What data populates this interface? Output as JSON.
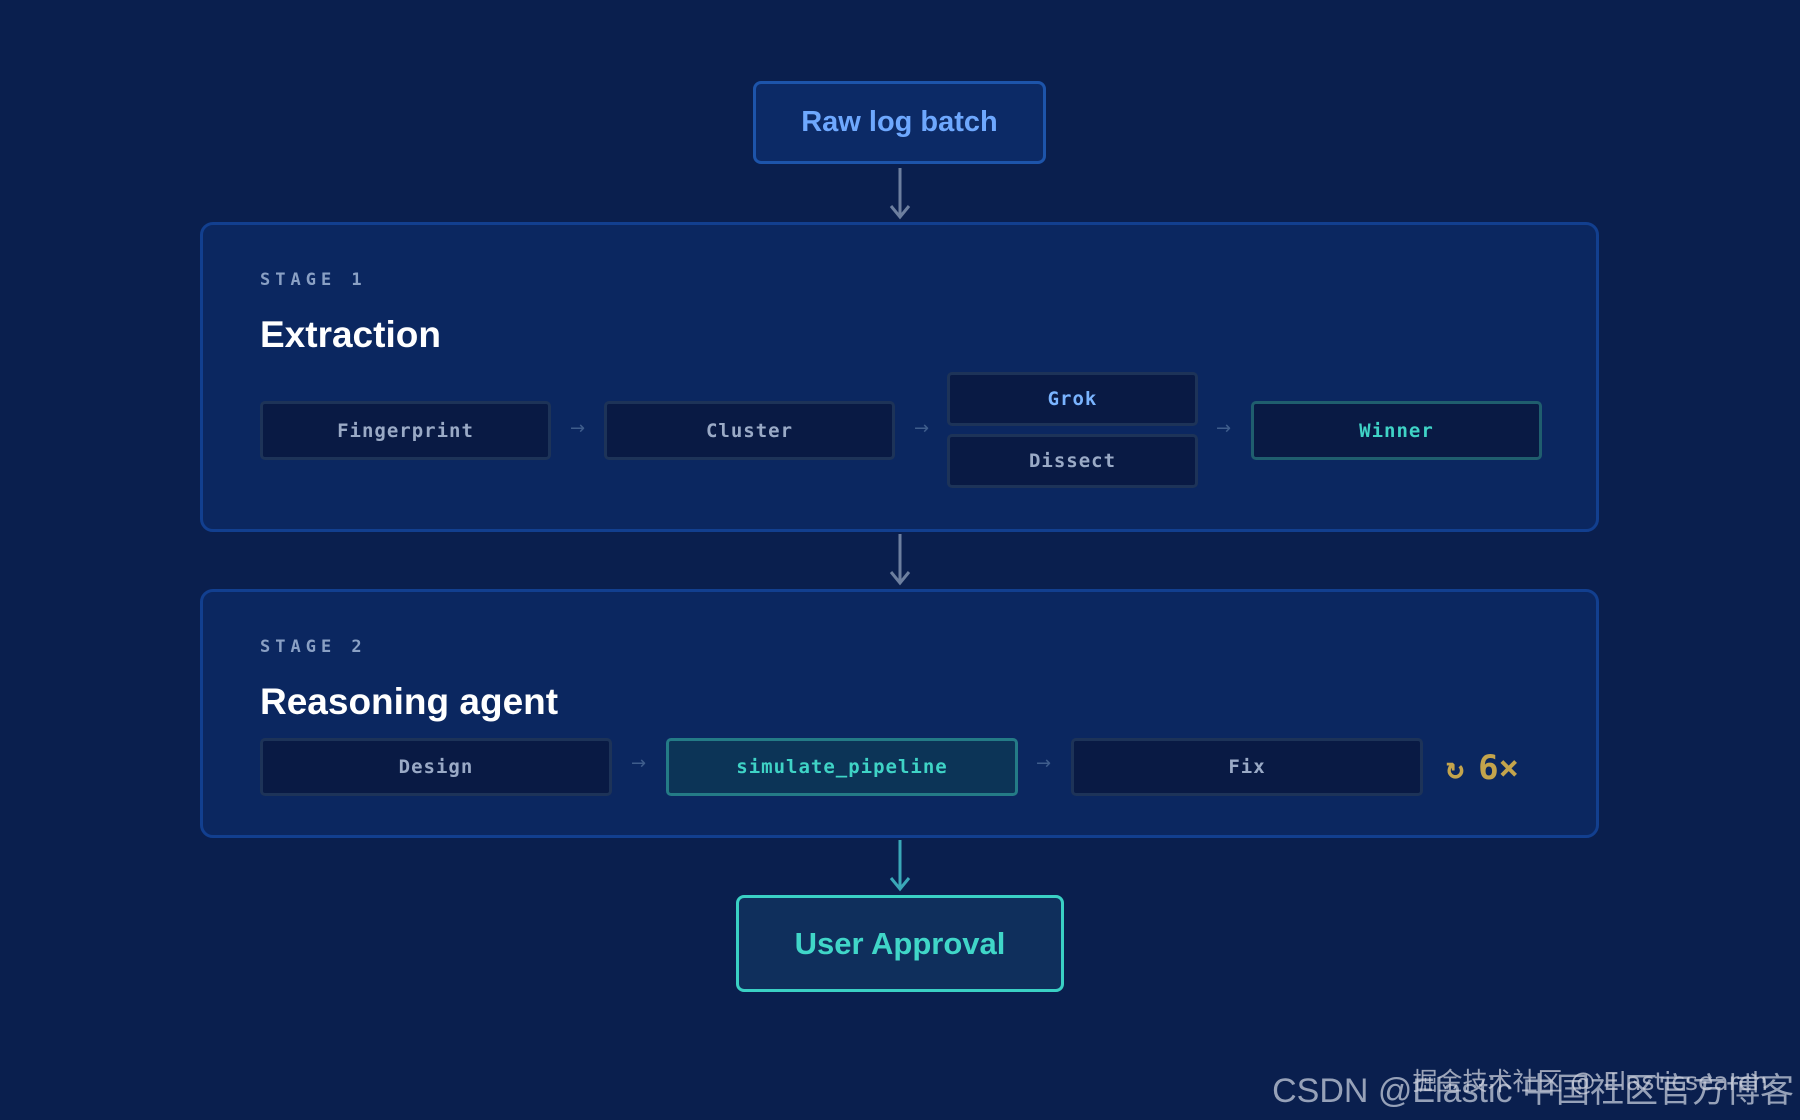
{
  "input_node": {
    "label": "Raw log batch"
  },
  "stage1": {
    "label": "STAGE 1",
    "title": "Extraction",
    "steps": {
      "fingerprint": "Fingerprint",
      "cluster": "Cluster",
      "grok": "Grok",
      "dissect": "Dissect",
      "winner": "Winner"
    }
  },
  "stage2": {
    "label": "STAGE 2",
    "title": "Reasoning agent",
    "steps": {
      "design": "Design",
      "simulate": "simulate_pipeline",
      "fix": "Fix"
    },
    "loop": {
      "icon": "↻",
      "count": "6×"
    }
  },
  "output_node": {
    "label": "User Approval"
  },
  "arrow_glyph": "→",
  "watermark": {
    "main": "CSDN @Elastic 中国社区官方博客",
    "overlay": "掘金技术社区 @ Elasticsearch"
  },
  "colors": {
    "background": "#0a1f4e",
    "stage_fill": "#0b2760",
    "accent_blue": "#6ea8fe",
    "accent_teal": "#40d6c8",
    "loop_gold": "#c4a44c"
  }
}
